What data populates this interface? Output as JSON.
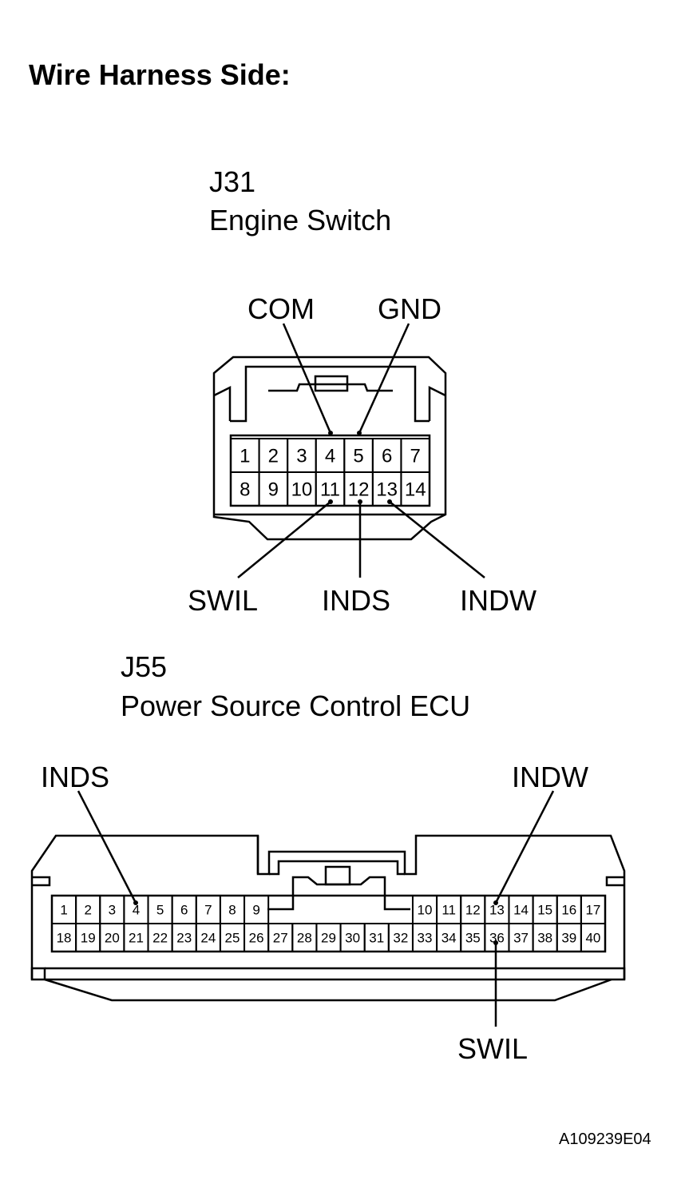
{
  "heading": "Wire Harness Side:",
  "j31": {
    "id": "J31",
    "name": "Engine Switch",
    "top_pins": [
      "1",
      "2",
      "3",
      "4",
      "5",
      "6",
      "7"
    ],
    "bottom_pins": [
      "8",
      "9",
      "10",
      "11",
      "12",
      "13",
      "14"
    ],
    "labels": {
      "com": "COM",
      "gnd": "GND",
      "swil": "SWIL",
      "inds": "INDS",
      "indw": "INDW"
    }
  },
  "j55": {
    "id": "J55",
    "name": "Power Source Control ECU",
    "top_pins_left": [
      "1",
      "2",
      "3",
      "4",
      "5",
      "6",
      "7",
      "8",
      "9"
    ],
    "top_pins_right": [
      "10",
      "11",
      "12",
      "13",
      "14",
      "15",
      "16",
      "17"
    ],
    "bottom_pins": [
      "18",
      "19",
      "20",
      "21",
      "22",
      "23",
      "24",
      "25",
      "26",
      "27",
      "28",
      "29",
      "30",
      "31",
      "32",
      "33",
      "34",
      "35",
      "36",
      "37",
      "38",
      "39",
      "40"
    ],
    "labels": {
      "inds": "INDS",
      "indw": "INDW",
      "swil": "SWIL"
    }
  },
  "figure_code": "A109239E04"
}
